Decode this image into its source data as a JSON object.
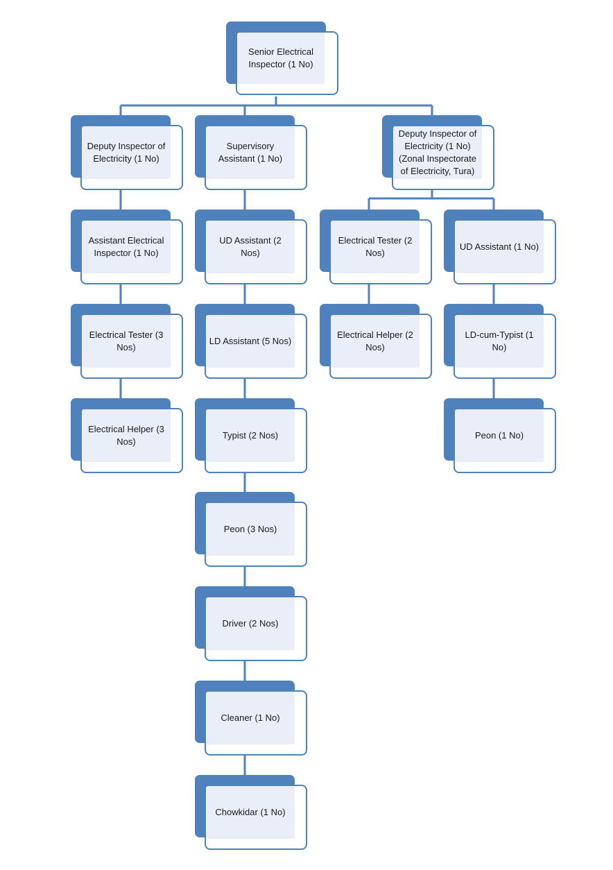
{
  "diagram": {
    "colors": {
      "accent": "#4f81bd",
      "fill": "#e9eef8",
      "text": "#1a1a1a"
    },
    "nodes": [
      {
        "id": "senior-electrical-inspector",
        "label": "Senior Electrical Inspector (1 No)"
      },
      {
        "id": "deputy-inspector-1",
        "label": "Deputy Inspector of Electricity (1 No)"
      },
      {
        "id": "supervisory-assistant",
        "label": "Supervisory Assistant (1 No)"
      },
      {
        "id": "deputy-inspector-tura",
        "label": "Deputy Inspector of Electricity (1 No) (Zonal Inspectorate of Electricity, Tura)"
      },
      {
        "id": "assistant-electrical-inspector",
        "label": "Assistant Electrical Inspector (1 No)"
      },
      {
        "id": "electrical-tester-3",
        "label": "Electrical Tester (3 Nos)"
      },
      {
        "id": "electrical-helper-3",
        "label": "Electrical Helper (3 Nos)"
      },
      {
        "id": "ud-assistant-2",
        "label": "UD Assistant (2 Nos)"
      },
      {
        "id": "ld-assistant-5",
        "label": "LD Assistant (5 Nos)"
      },
      {
        "id": "typist-2",
        "label": "Typist (2 Nos)"
      },
      {
        "id": "peon-3",
        "label": "Peon (3 Nos)"
      },
      {
        "id": "driver-2",
        "label": "Driver (2 Nos)"
      },
      {
        "id": "cleaner-1",
        "label": "Cleaner (1 No)"
      },
      {
        "id": "chowkidar-1",
        "label": "Chowkidar (1 No)"
      },
      {
        "id": "electrical-tester-2",
        "label": "Electrical Tester (2 Nos)"
      },
      {
        "id": "electrical-helper-2",
        "label": "Electrical Helper (2 Nos)"
      },
      {
        "id": "ud-assistant-1",
        "label": "UD Assistant (1 No)"
      },
      {
        "id": "ld-cum-typist-1",
        "label": "LD-cum-Typist (1 No)"
      },
      {
        "id": "peon-1",
        "label": "Peon (1 No)"
      }
    ],
    "edges": [
      [
        "senior-electrical-inspector",
        "deputy-inspector-1"
      ],
      [
        "senior-electrical-inspector",
        "supervisory-assistant"
      ],
      [
        "senior-electrical-inspector",
        "deputy-inspector-tura"
      ],
      [
        "deputy-inspector-1",
        "assistant-electrical-inspector"
      ],
      [
        "assistant-electrical-inspector",
        "electrical-tester-3"
      ],
      [
        "electrical-tester-3",
        "electrical-helper-3"
      ],
      [
        "supervisory-assistant",
        "ud-assistant-2"
      ],
      [
        "ud-assistant-2",
        "ld-assistant-5"
      ],
      [
        "ld-assistant-5",
        "typist-2"
      ],
      [
        "typist-2",
        "peon-3"
      ],
      [
        "peon-3",
        "driver-2"
      ],
      [
        "driver-2",
        "cleaner-1"
      ],
      [
        "cleaner-1",
        "chowkidar-1"
      ],
      [
        "deputy-inspector-tura",
        "electrical-tester-2"
      ],
      [
        "deputy-inspector-tura",
        "ud-assistant-1"
      ],
      [
        "electrical-tester-2",
        "electrical-helper-2"
      ],
      [
        "ud-assistant-1",
        "ld-cum-typist-1"
      ],
      [
        "ld-cum-typist-1",
        "peon-1"
      ]
    ]
  }
}
